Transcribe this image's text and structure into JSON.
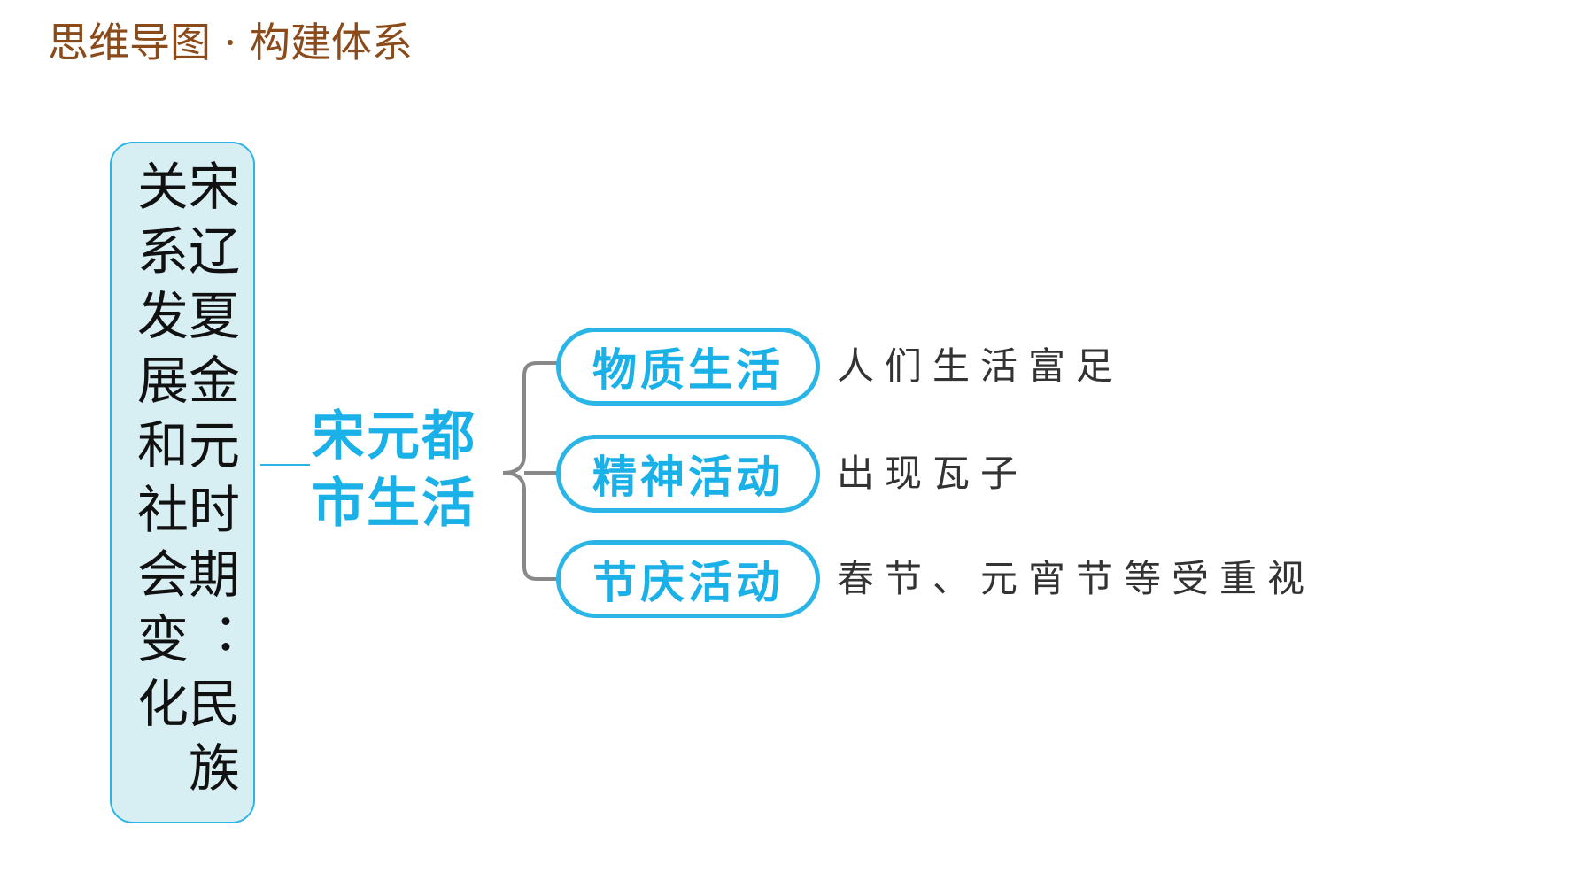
{
  "page": {
    "title": "思维导图 · 构建体系"
  },
  "mindmap": {
    "root": "宋辽夏金元时期：民族关系发展和社会变化",
    "center": "宋元都市生活",
    "branches": [
      {
        "label": "物质生活",
        "detail": "人们生活富足"
      },
      {
        "label": "精神活动",
        "detail": "出现瓦子"
      },
      {
        "label": "节庆活动",
        "detail": "春节、元宵节等受重视"
      }
    ]
  },
  "colors": {
    "title": "#8a4a1a",
    "accent": "#1ab0e8",
    "border": "#2bb5e6",
    "root_fill": "#d7eef3",
    "connector": "#888888"
  }
}
